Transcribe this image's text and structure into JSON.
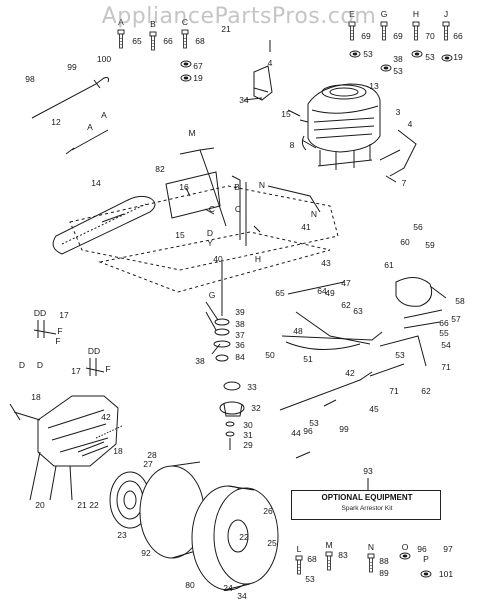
{
  "watermark": "AppliancePartsPros.com",
  "optional_box": {
    "number": "93",
    "title": "OPTIONAL EQUIPMENT",
    "subtitle": "Spark Arrestor Kit"
  },
  "callouts": {
    "c1": "A",
    "c2": "65",
    "c3": "B",
    "c4": "66",
    "c5": "C",
    "c6": "68",
    "c7": "21",
    "c8": "E",
    "c9": "69",
    "c10": "G",
    "c11": "69",
    "c12": "H",
    "c13": "70",
    "c14": "J",
    "c15": "66",
    "c16": "53",
    "c17": "38",
    "c18": "53",
    "c19": "53",
    "c20": "19",
    "c21": "67",
    "c22": "19",
    "c23": "98",
    "c24": "99",
    "c25": "100",
    "c26": "12",
    "c27": "A",
    "c28": "A",
    "c29": "4",
    "c30": "34",
    "c31": "13",
    "c32": "3",
    "c33": "15",
    "c34": "4",
    "c35": "7",
    "c36": "8",
    "c37": "M",
    "c38": "82",
    "c39": "14",
    "c40": "16",
    "c41": "B",
    "c42": "C",
    "c43": "C",
    "c44": "N",
    "c45": "N",
    "c46": "41",
    "c47": "15",
    "c48": "D",
    "c49": "Y",
    "c50": "40",
    "c51": "G",
    "c52": "H",
    "c53": "DD",
    "c54": "17",
    "c55": "F",
    "c56": "F",
    "c57": "DD",
    "c58": "17",
    "c59": "F",
    "c60": "39",
    "c61": "38",
    "c62": "37",
    "c63": "36",
    "c64": "84",
    "c65": "38",
    "c66": "33",
    "c67": "32",
    "c68": "30",
    "c69": "31",
    "c70": "29",
    "c71": "43",
    "c72": "65",
    "c73": "64",
    "c74": "47",
    "c75": "49",
    "c76": "62",
    "c77": "63",
    "c78": "48",
    "c79": "50",
    "c80": "51",
    "c81": "42",
    "c82": "45",
    "c83": "71",
    "c84": "61",
    "c85": "60",
    "c86": "56",
    "c87": "59",
    "c88": "58",
    "c89": "57",
    "c90": "66",
    "c91": "55",
    "c92": "54",
    "c93": "53",
    "c94": "71",
    "c95": "62",
    "c96": "44",
    "c97": "96",
    "c98": "53",
    "c99": "99",
    "c100": "D",
    "c101": "D",
    "c102": "18",
    "c103": "42",
    "c104": "18",
    "c105": "28",
    "c106": "27",
    "c107": "21",
    "c108": "22",
    "c109": "20",
    "c110": "23",
    "c111": "92",
    "c112": "26",
    "c113": "22",
    "c114": "25",
    "c115": "80",
    "c116": "24",
    "c117": "34",
    "c118": "L",
    "c119": "68",
    "c120": "53",
    "c121": "M",
    "c122": "83",
    "c123": "N",
    "c124": "88",
    "c125": "89",
    "c126": "O",
    "c127": "96",
    "c128": "P",
    "c129": "97",
    "c130": "101"
  },
  "colors": {
    "ink": "#1a1a1a",
    "paper": "#ffffff",
    "watermark": "#969696"
  }
}
